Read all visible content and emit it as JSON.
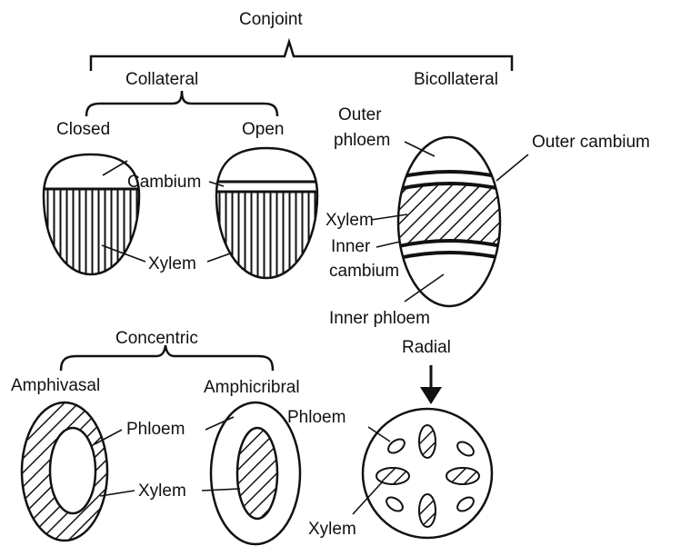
{
  "labels": {
    "conjoint": "Conjoint",
    "collateral": "Collateral",
    "bicollateral": "Bicollateral",
    "closed": "Closed",
    "open": "Open",
    "cambium": "Cambium",
    "xylem_collateral": "Xylem",
    "outer_phloem_line1": "Outer",
    "outer_phloem_line2": "phloem",
    "outer_cambium": "Outer cambium",
    "xylem_bicollateral": "Xylem",
    "inner_cambium_line1": "Inner",
    "inner_cambium_line2": "cambium",
    "inner_phloem": "Inner phloem",
    "concentric": "Concentric",
    "amphivasal": "Amphivasal",
    "amphicribral": "Amphicribral",
    "phloem_concentric": "Phloem",
    "xylem_concentric": "Xylem",
    "radial": "Radial",
    "phloem_radial": "Phloem",
    "xylem_radial": "Xylem"
  }
}
